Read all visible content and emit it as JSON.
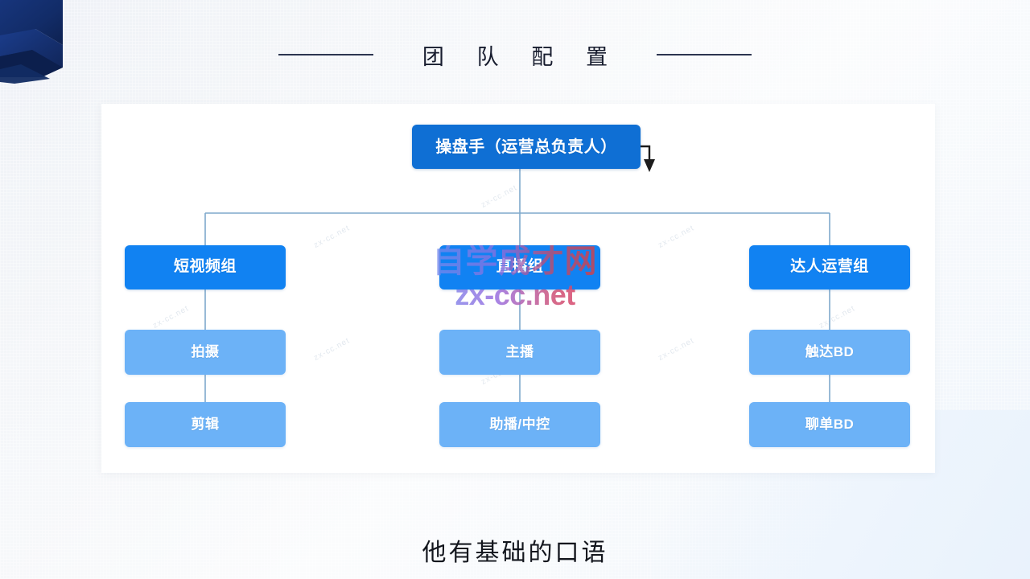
{
  "slide": {
    "title": "团 队 配 置",
    "subtitle": "他有基础的口语"
  },
  "watermark": {
    "chinese": "自学成才网",
    "domain": "zx-cc.net",
    "tile": "zx-cc.net"
  },
  "colors": {
    "root_node": "#0f6fd4",
    "group_node": "#1182f2",
    "leaf_node": "#6cb2f7",
    "connector": "#7fa9cc",
    "ribbon": "#14306e",
    "title_text": "#171c2e",
    "card_bg": "#ffffff"
  },
  "chart_data": {
    "type": "diagram",
    "title": "团 队 配 置",
    "root": {
      "label": "操盘手（运营总负责人）"
    },
    "branches": [
      {
        "label": "短视频组",
        "children": [
          {
            "label": "拍摄"
          },
          {
            "label": "剪辑"
          }
        ]
      },
      {
        "label": "直播组",
        "children": [
          {
            "label": "主播"
          },
          {
            "label": "助播/中控"
          }
        ]
      },
      {
        "label": "达人运营组",
        "children": [
          {
            "label": "触达BD"
          },
          {
            "label": "聊单BD"
          }
        ]
      }
    ],
    "annotation": {
      "name": "down-arrow",
      "attached_to": "操盘手（运营总负责人）"
    }
  }
}
